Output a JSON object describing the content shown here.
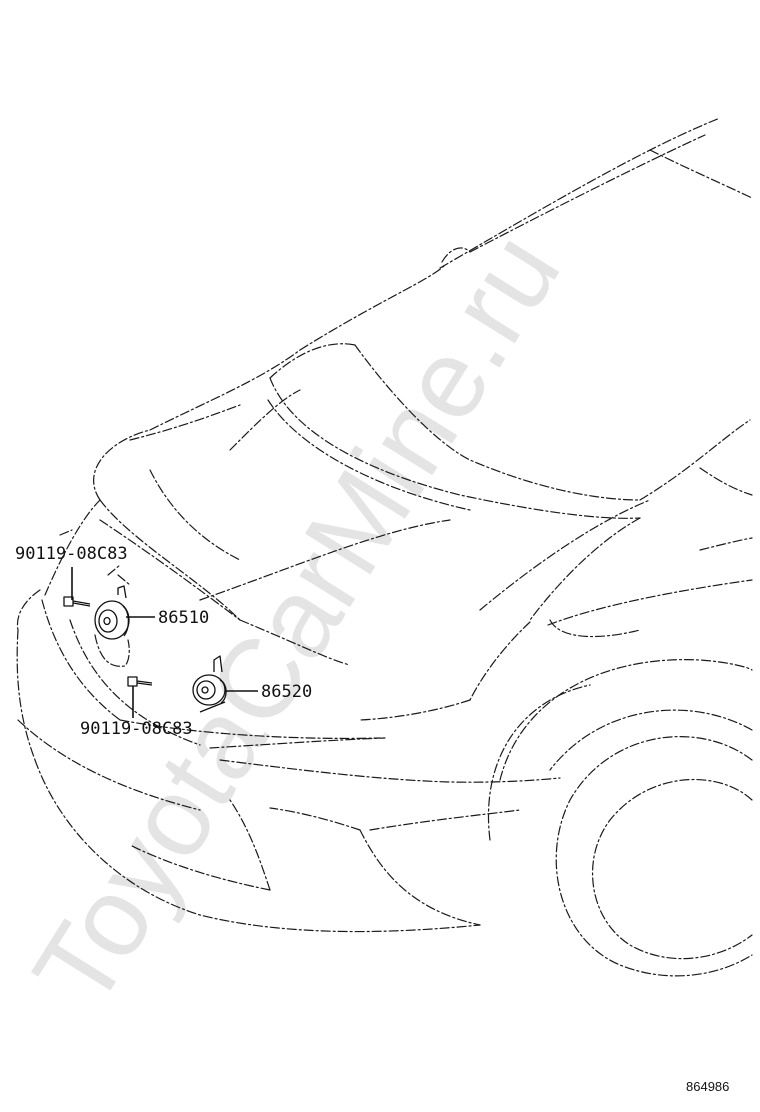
{
  "parts": {
    "bolt_upper": "90119-08C83",
    "horn_high": "86510",
    "horn_low": "86520",
    "bolt_lower": "90119-08C83"
  },
  "drawing_number": "864986",
  "watermark": "ToyotaCarMine.ru"
}
